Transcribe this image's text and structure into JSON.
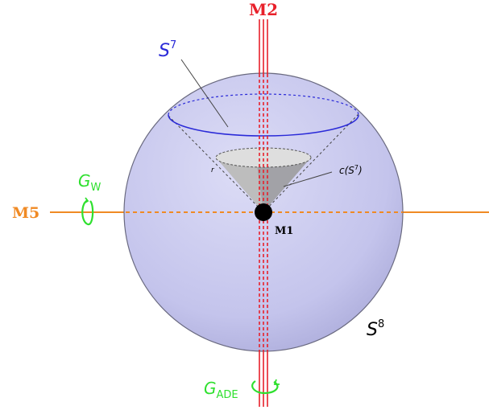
{
  "labels": {
    "m2": "M2",
    "m5": "M5",
    "m1": "M1",
    "s7_base": "S",
    "s7_exp": "7",
    "s8_base": "S",
    "s8_exp": "8",
    "cone_prefix": "c(S",
    "cone_exp": "7",
    "cone_suffix": ")",
    "r": "r",
    "gw_base": "G",
    "gw_sub": "W",
    "gade_base": "G",
    "gade_sub": "ADE"
  },
  "colors": {
    "m2": "#e8202a",
    "m5": "#f08a24",
    "s7": "#2a2ad8",
    "symmetry": "#2ee02e",
    "sphere_fill": "#c6c6ec",
    "sphere_stroke": "#6a6a80",
    "cone": "#8a8a8a",
    "black": "#000000"
  }
}
